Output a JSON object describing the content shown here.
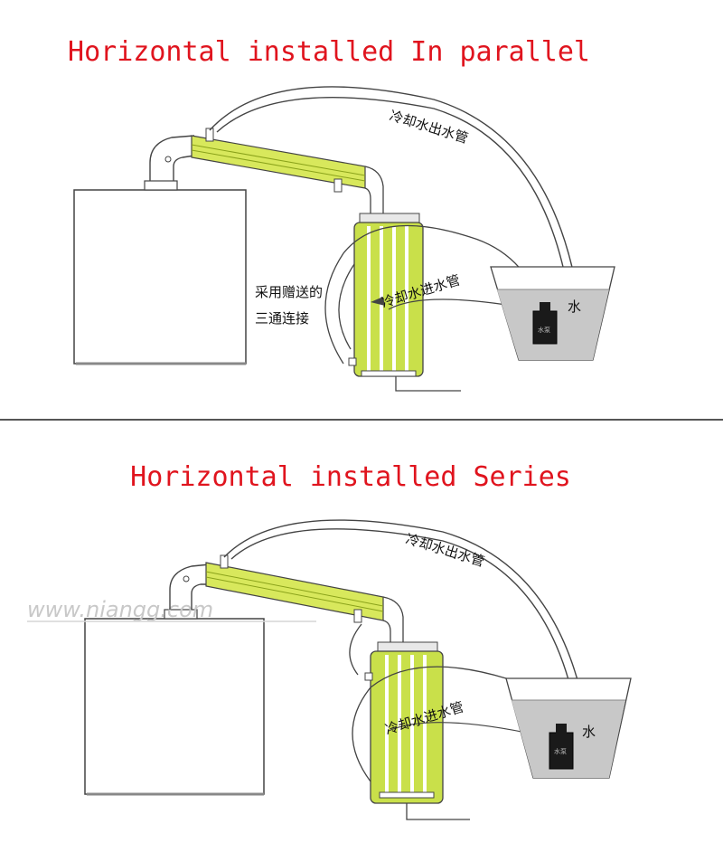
{
  "sections": [
    {
      "title": "Horizontal installed In parallel",
      "labels": {
        "outlet_pipe": "冷却水出水管",
        "inlet_pipe": "冷却水进水管",
        "tee_line1": "采用赠送的",
        "tee_line2": "三通连接",
        "water": "水",
        "pump": "水泵"
      }
    },
    {
      "title": "Horizontal installed Series",
      "labels": {
        "outlet_pipe": "冷却水出水管",
        "inlet_pipe": "冷却水进水管",
        "water": "水",
        "pump": "水泵"
      },
      "watermark": "www.niangg.com"
    }
  ],
  "colors": {
    "title": "#e0141e",
    "condenser": "#c9e04a",
    "water": "#c8c8c8",
    "outline": "#333333"
  }
}
